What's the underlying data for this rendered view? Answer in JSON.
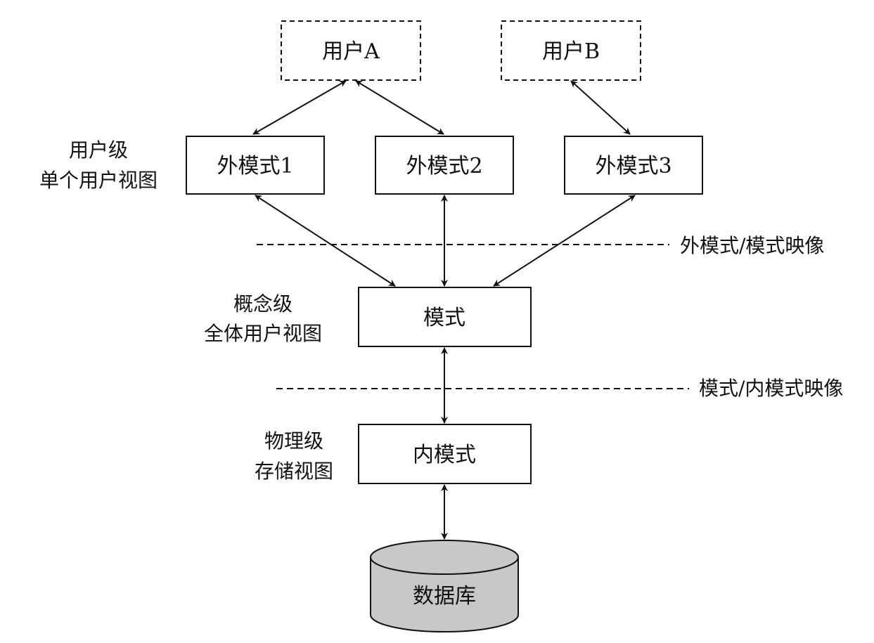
{
  "users": {
    "a": "用户A",
    "b": "用户B"
  },
  "external_schemas": {
    "s1": "外模式1",
    "s2": "外模式2",
    "s3": "外模式3"
  },
  "conceptual_schema": "模式",
  "internal_schema": "内模式",
  "database": "数据库",
  "levels": {
    "user": {
      "line1": "用户级",
      "line2": "单个用户视图"
    },
    "conceptual": {
      "line1": "概念级",
      "line2": "全体用户视图"
    },
    "physical": {
      "line1": "物理级",
      "line2": "存储视图"
    }
  },
  "mappings": {
    "external_conceptual": "外模式/模式映像",
    "conceptual_internal": "模式/内模式映像"
  },
  "colors": {
    "stroke": "#111111",
    "database_fill": "#c8c8c8",
    "background": "#ffffff"
  }
}
